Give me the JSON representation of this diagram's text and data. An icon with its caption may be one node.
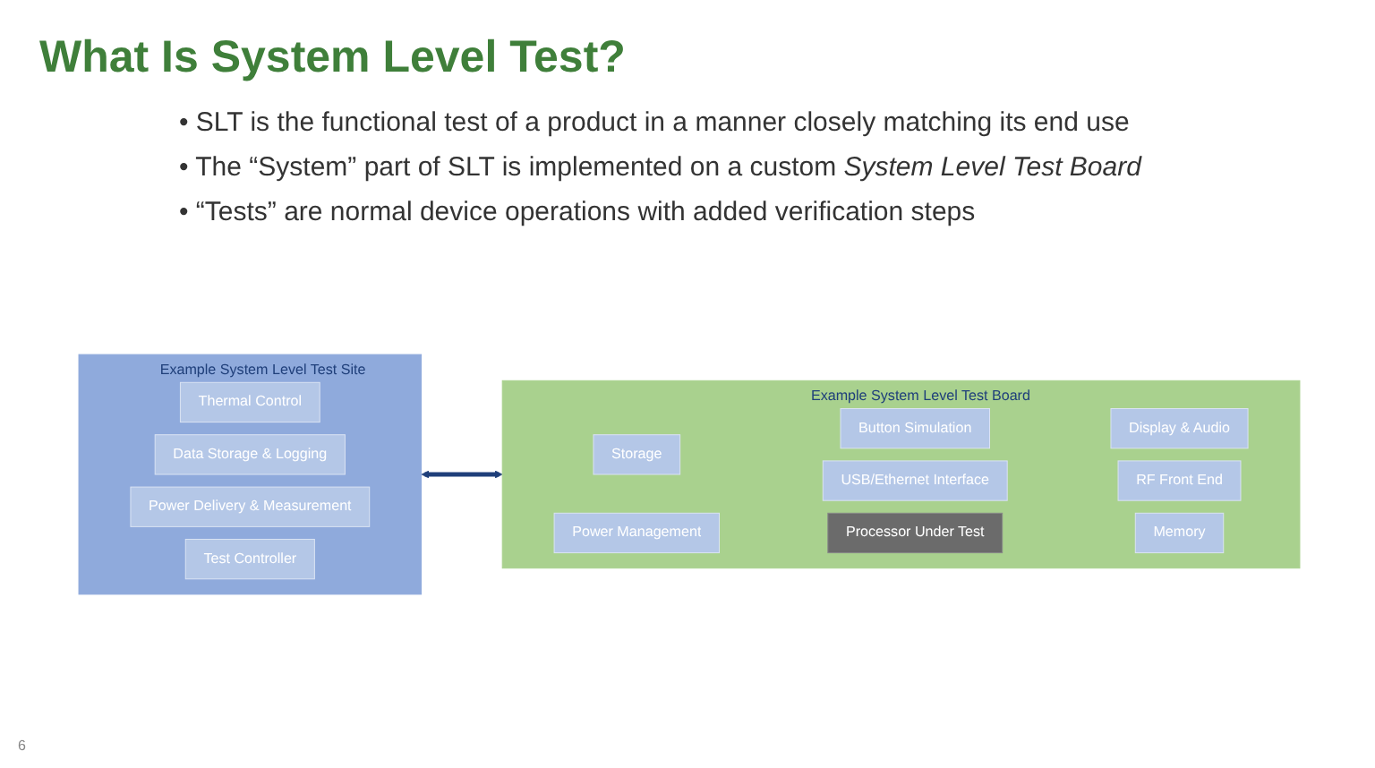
{
  "diagram": {
    "title": "What Is System Level Test?",
    "nodes": [
      {
        "text": [
          "Example System Level Test Site"
        ]
      },
      {
        "text": [
          "Thermal Control"
        ],
        "in": 0
      },
      {
        "text": [
          "Data Storage & Logging"
        ],
        "in": 0
      },
      {
        "text": [
          "Power Delivery & Measurement"
        ],
        "in": 0
      },
      {
        "text": [
          "Test Controller"
        ],
        "in": 0
      },
      {
        "text": [
          "Example System Level Test Board"
        ]
      },
      {
        "text": [
          "Button Simulation"
        ],
        "in": 5
      },
      {
        "text": [
          "Storage"
        ],
        "in": 5
      },
      {
        "text": [
          "Display & Audio"
        ],
        "in": 5
      },
      {
        "text": [
          "Processor Under Test"
        ],
        "in": 5
      },
      {
        "text": [
          "Power Management"
        ],
        "in": 5
      },
      {
        "text": [
          "Memory"
        ],
        "in": 5
      },
      {
        "text": [
          "USB/Ethernet Interface"
        ],
        "in": 5
      },
      {
        "text": [
          "RF Front End"
        ],
        "in": 5
      }
    ],
    "edges": [
      {
        "from": 0,
        "to": 5,
        "arrow": "both"
      }
    ],
    "labels": [
      "• SLT is the functional test of a product in a manner closely matching its end use",
      "• The “System” part of SLT is implemented on a custom *System Level Test Board*",
      "• “Tests” are normal device operations with added verification steps",
      "6"
    ]
  }
}
